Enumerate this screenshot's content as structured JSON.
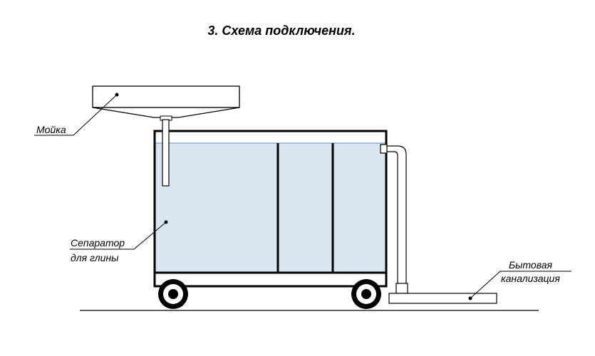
{
  "title": "3. Схема подключения.",
  "labels": {
    "sink": "Мойка",
    "separator_line1": "Сепаратор",
    "separator_line2": "для глины",
    "sewer_line1": "Бытовая",
    "sewer_line2": "канализация"
  },
  "colors": {
    "outline": "#000000",
    "water": "#d9e5f1",
    "water_line": "#4a8fc8",
    "background": "#ffffff"
  }
}
